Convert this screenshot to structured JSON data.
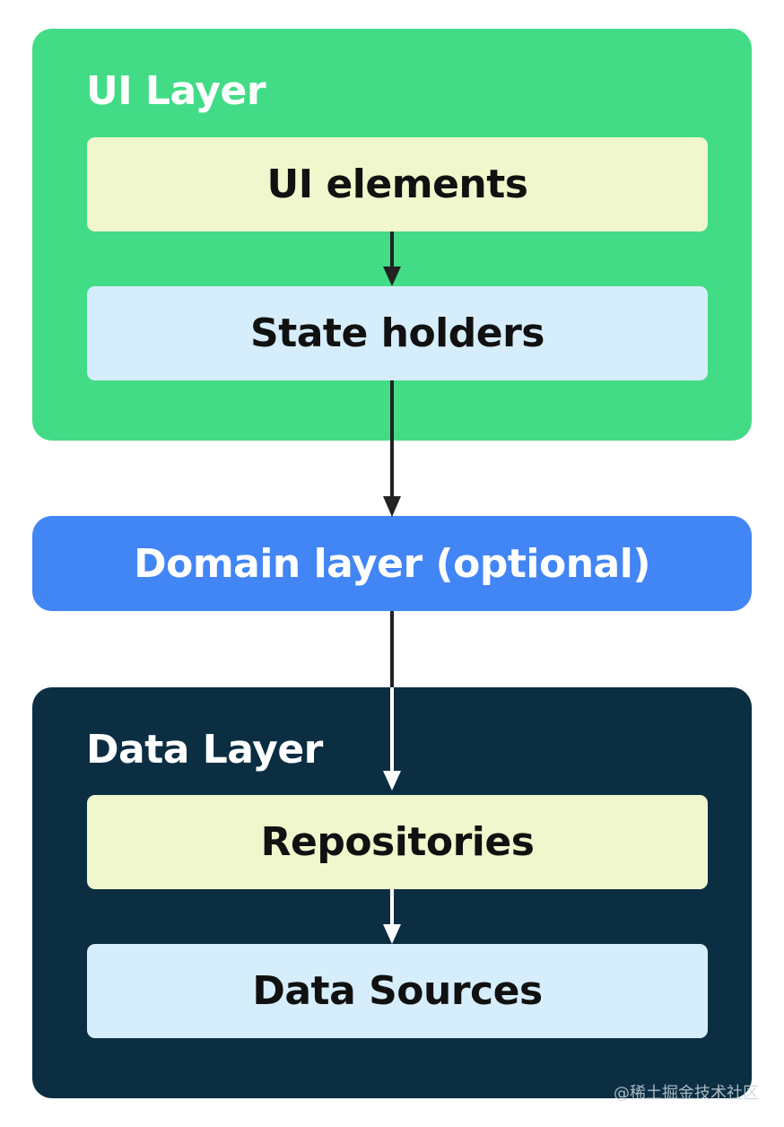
{
  "ui_layer": {
    "title": "UI Layer",
    "ui_elements": "UI elements",
    "state_holders": "State holders"
  },
  "domain_layer": {
    "label": "Domain layer (optional)"
  },
  "data_layer": {
    "title": "Data Layer",
    "repositories": "Repositories",
    "data_sources": "Data Sources"
  },
  "watermark": "@稀土掘金技术社区",
  "colors": {
    "ui_layer_bg": "#42dc87",
    "domain_layer_bg": "#4285f4",
    "data_layer_bg": "#0b2e42",
    "box_yellow": "#f0f7cc",
    "box_blue": "#d6eefb",
    "arrow_dark": "#222222",
    "arrow_light": "#ffffff"
  }
}
